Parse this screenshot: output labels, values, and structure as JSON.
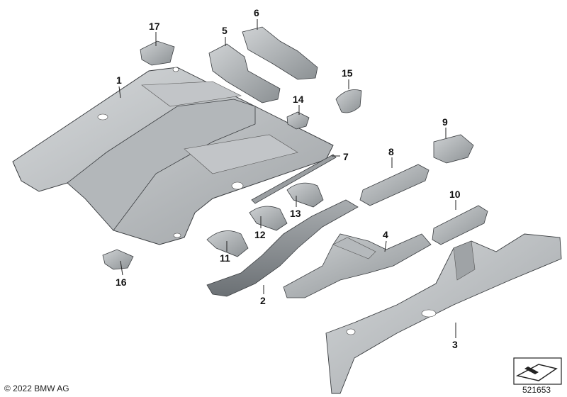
{
  "callouts": {
    "c1": "1",
    "c2": "2",
    "c3": "3",
    "c4": "4",
    "c5": "5",
    "c6": "6",
    "c7": "7",
    "c8": "8",
    "c9": "9",
    "c10": "10",
    "c11": "11",
    "c12": "12",
    "c13": "13",
    "c14": "14",
    "c15": "15",
    "c16": "16",
    "c17": "17"
  },
  "footer": {
    "copyright": "© 2022 BMW AG",
    "image_number": "521653"
  },
  "colors": {
    "part_light": "#c9ccce",
    "part_mid": "#9fa3a6",
    "part_dark": "#6e7377",
    "outline": "#3a3d40",
    "leader": "#222222"
  }
}
